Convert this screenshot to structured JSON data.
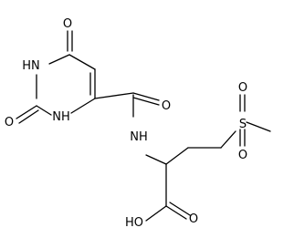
{
  "molecule": {
    "atom_labels": {
      "o_top": "O",
      "nh_ring_upper": "HN",
      "o_left": "O",
      "nh_ring_lower": "NH",
      "o_amide": "O",
      "nh_amide": "NH",
      "s": "S",
      "o_sulfonyl_top": "O",
      "o_sulfonyl_bottom": "O",
      "oh": "HO",
      "o_acid": "O"
    },
    "colors": {
      "bond": "#000000",
      "label": "#000000",
      "background": "#ffffff"
    }
  }
}
